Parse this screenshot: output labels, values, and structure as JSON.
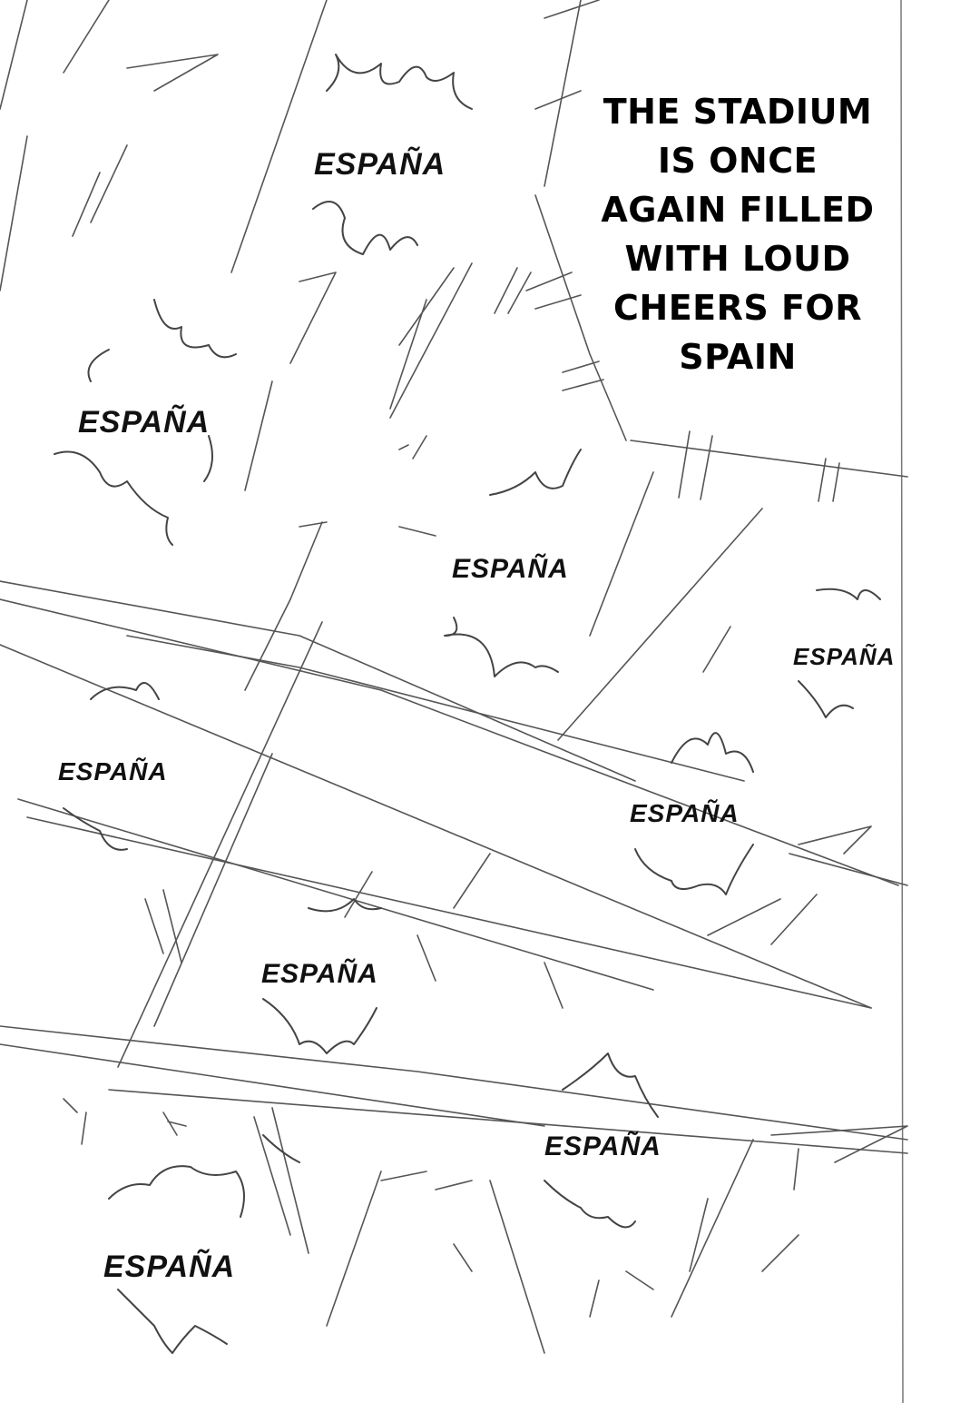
{
  "narration": {
    "lines": [
      "THE STADIUM",
      "IS ONCE",
      "AGAIN FILLED",
      "WITH LOUD",
      "CHEERS FOR",
      "SPAIN"
    ]
  },
  "chants": [
    "ESPAÑA",
    "ESPAÑA",
    "ESPAÑA",
    "ESPAÑA",
    "ESPAÑA",
    "ESPAÑA",
    "ESPAÑA",
    "ESPAÑA",
    "ESPAÑA"
  ],
  "colors": {
    "ink": "#000000",
    "pencil": "#555555",
    "paper": "#ffffff"
  }
}
